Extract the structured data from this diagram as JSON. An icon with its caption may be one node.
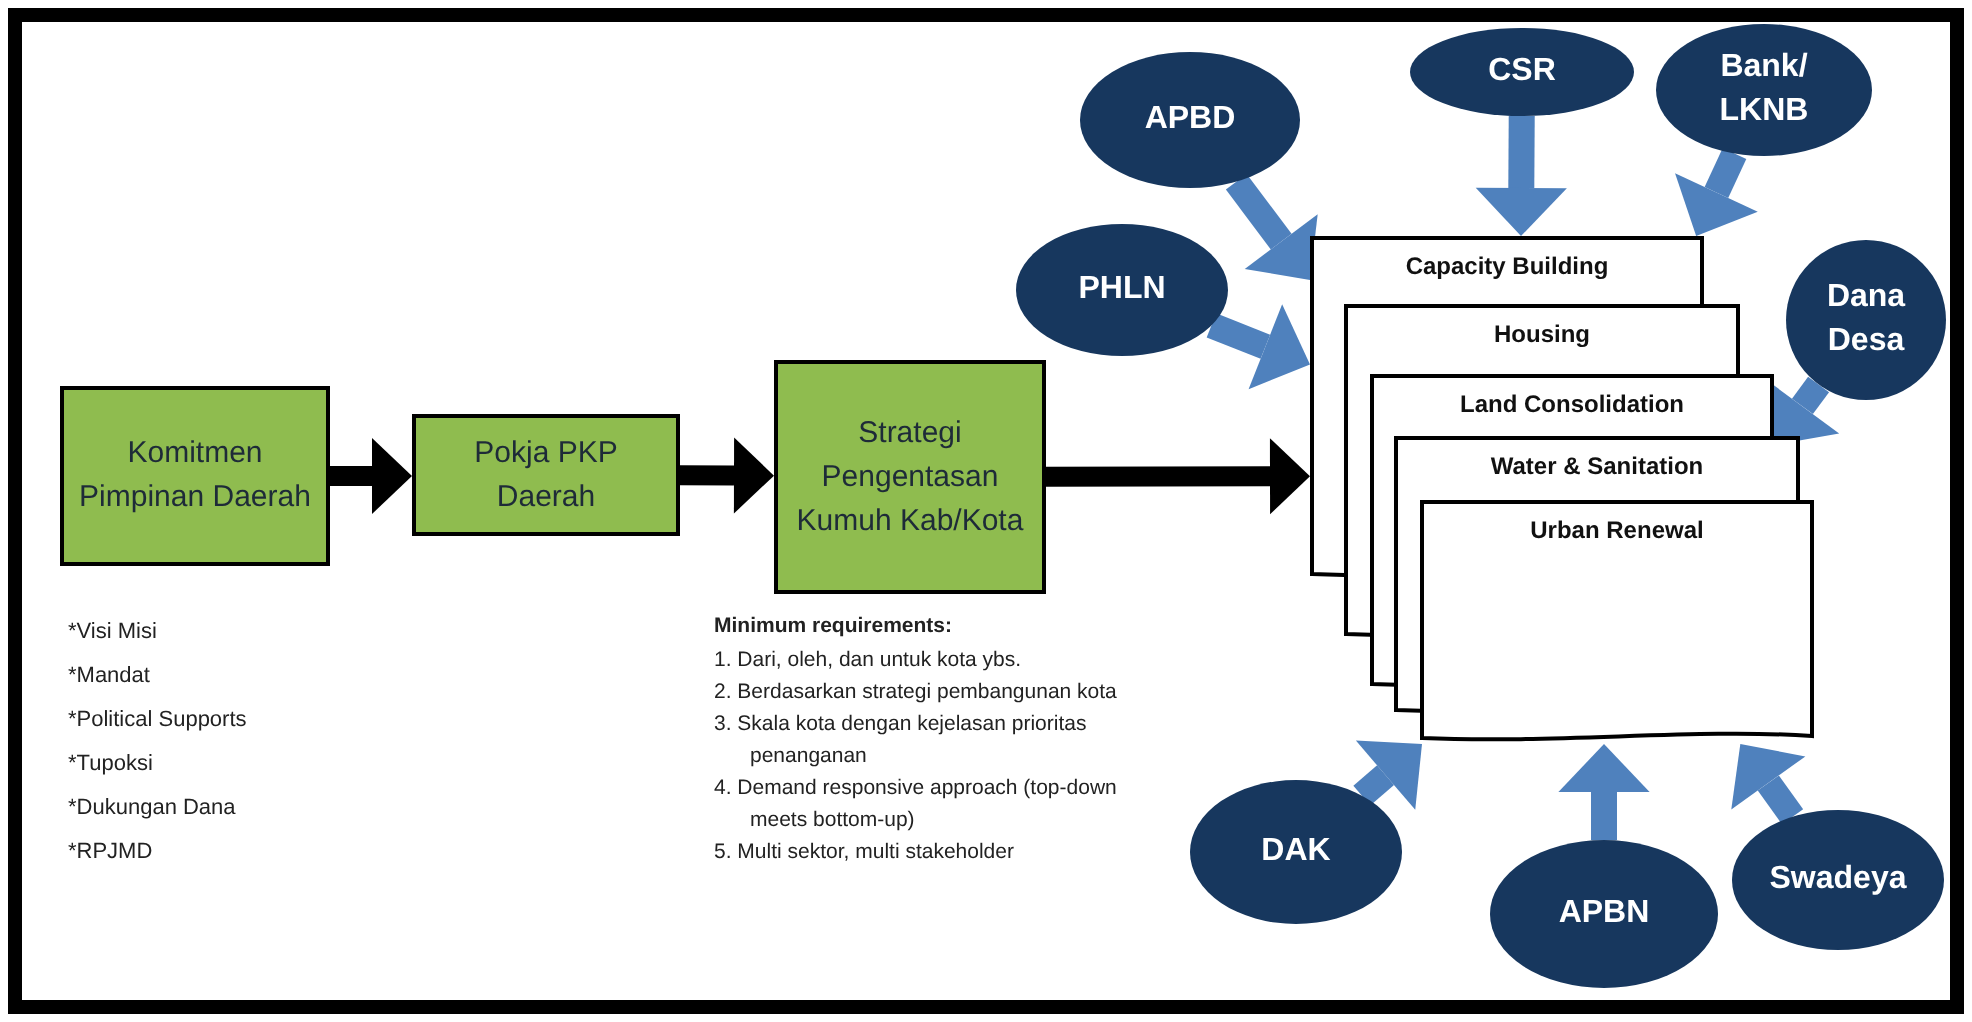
{
  "diagram": {
    "nodes": [
      {
        "text": [
          "Komitmen Pimpinan Daerah"
        ],
        "beside": [
          "*Visi Misi",
          "*Mandat",
          "*Political Supports",
          "*Tupoksi",
          "*Dukungan Dana",
          "*RPJMD"
        ]
      },
      {
        "text": [
          "Pokja PKP Daerah"
        ]
      },
      {
        "text": [
          "Strategi Pengentasan Kumuh Kab/Kota"
        ],
        "beside": [
          "Minimum requirements:",
          "1. Dari, oleh, dan untuk kota ybs.",
          "2. Berdasarkan strategi pembangunan kota",
          "3. Skala kota dengan kejelasan prioritas penanganan",
          "4. Demand responsive approach (top-down meets bottom-up)",
          "5. Multi sektor, multi stakeholder"
        ]
      },
      {
        "text": [
          "Capacity Building"
        ]
      },
      {
        "text": [
          "Housing"
        ]
      },
      {
        "text": [
          "Land Consolidation"
        ]
      },
      {
        "text": [
          "Water & Sanitation"
        ]
      },
      {
        "text": [
          "Urban Renewal"
        ]
      },
      {
        "text": [
          "APBD"
        ]
      },
      {
        "text": [
          "CSR"
        ]
      },
      {
        "text": [
          "Bank/ LKNB"
        ]
      },
      {
        "text": [
          "PHLN"
        ]
      },
      {
        "text": [
          "Dana Desa"
        ]
      },
      {
        "text": [
          "DAK"
        ]
      },
      {
        "text": [
          "APBN"
        ]
      },
      {
        "text": [
          "Swadeya"
        ]
      }
    ],
    "edges": [
      {
        "from": 0,
        "to": 1,
        "arrow": "to",
        "color": "#000000"
      },
      {
        "from": 1,
        "to": 2,
        "arrow": "to",
        "color": "#000000"
      },
      {
        "from": 2,
        "to": 3,
        "arrow": "to",
        "color": "#000000"
      },
      {
        "from": 8,
        "to": 3,
        "arrow": "to"
      },
      {
        "from": 9,
        "to": 3,
        "arrow": "to"
      },
      {
        "from": 10,
        "to": 3,
        "arrow": "to"
      },
      {
        "from": 11,
        "to": 3,
        "arrow": "to"
      },
      {
        "from": 12,
        "to": 5,
        "arrow": "to"
      },
      {
        "from": 13,
        "to": 7,
        "arrow": "to"
      },
      {
        "from": 14,
        "to": 7,
        "arrow": "to"
      },
      {
        "from": 15,
        "to": 7,
        "arrow": "to"
      }
    ]
  }
}
